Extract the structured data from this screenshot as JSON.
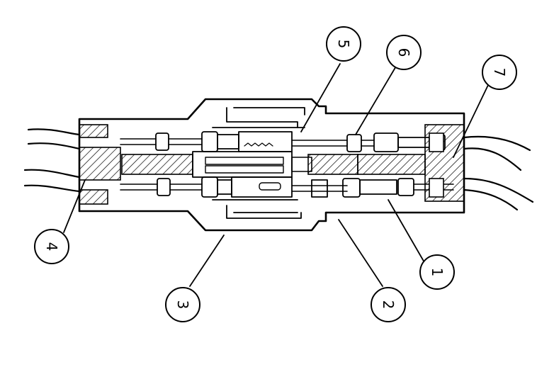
{
  "diagram": {
    "callouts": [
      {
        "id": "1",
        "label": "1"
      },
      {
        "id": "2",
        "label": "2"
      },
      {
        "id": "3",
        "label": "3"
      },
      {
        "id": "4",
        "label": "4"
      },
      {
        "id": "5",
        "label": "5"
      },
      {
        "id": "6",
        "label": "6"
      },
      {
        "id": "7",
        "label": "7"
      }
    ],
    "colors": {
      "ink": "#000000",
      "background": "#ffffff"
    }
  }
}
